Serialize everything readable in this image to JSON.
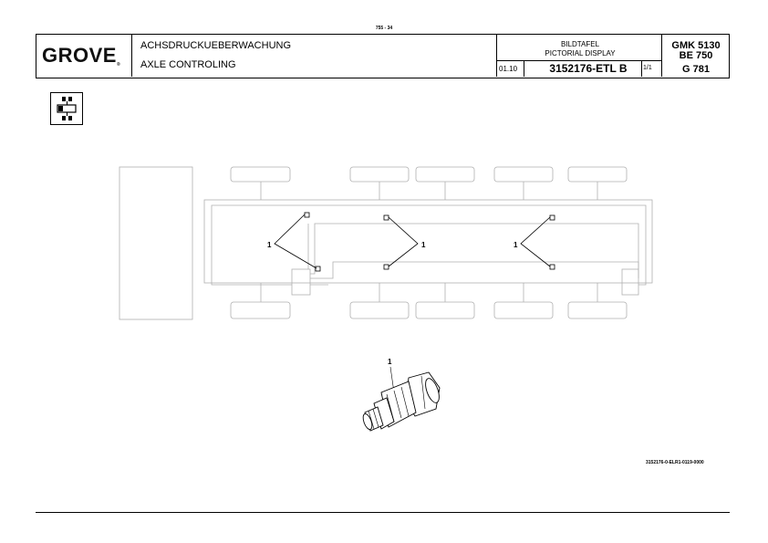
{
  "page": {
    "number": "755 - 34"
  },
  "header": {
    "logo": "GROVE",
    "title_de": "ACHSDRUCKUEBERWACHUNG",
    "title_en": "AXLE CONTROLING",
    "display_de": "BILDTAFEL",
    "display_en": "PICTORIAL DISPLAY",
    "date": "01.10",
    "part_number": "3152176-ETL B",
    "sheet": "1/1",
    "models": [
      "GMK 5130",
      "BE 750",
      "G 781"
    ]
  },
  "icons": {
    "category": "axle-sensor-icon"
  },
  "callouts": {
    "item": "1"
  },
  "drawing_ref": "3152176-0-ELR1-0119-0000",
  "colors": {
    "line": "#000000",
    "drawing": "#b0b0b0"
  }
}
